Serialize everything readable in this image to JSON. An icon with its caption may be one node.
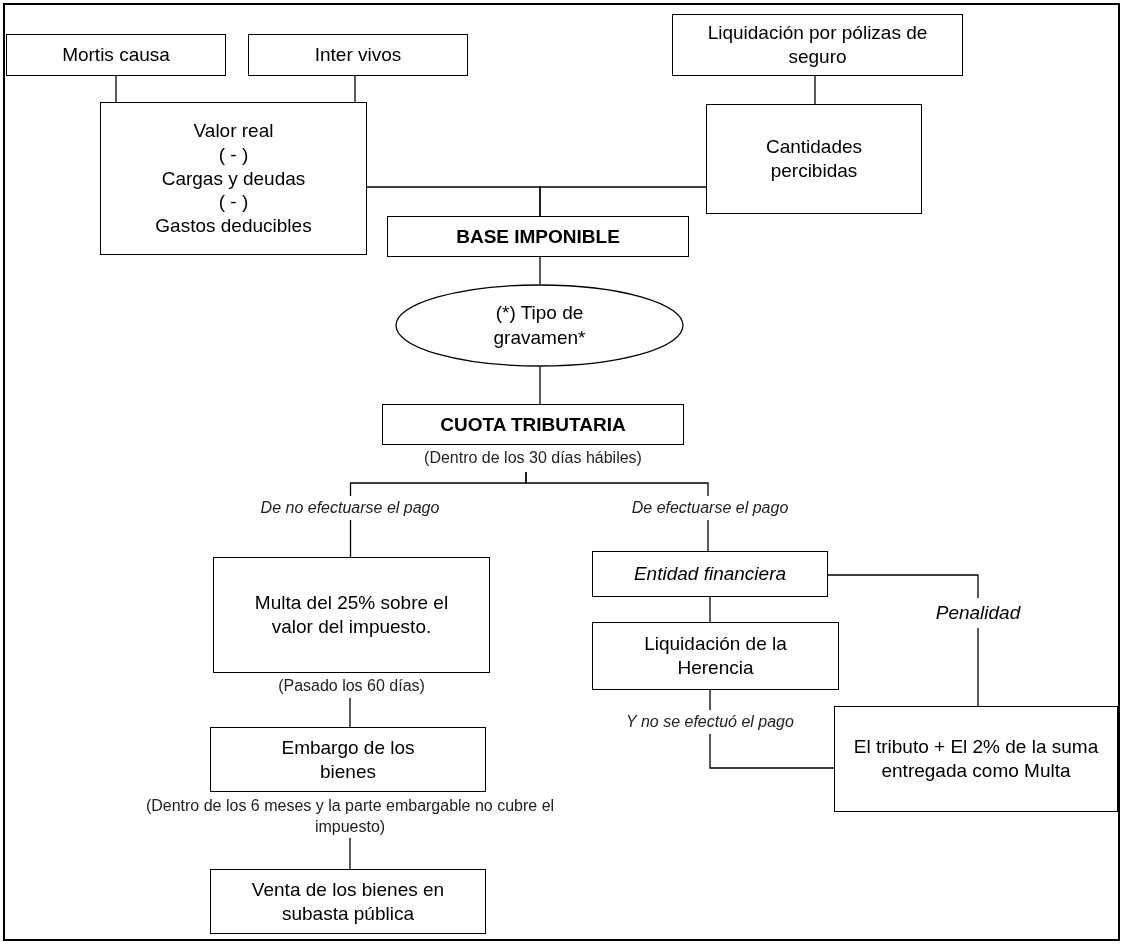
{
  "diagram": {
    "nodes": [
      {
        "text": [
          "Mortis causa"
        ]
      },
      {
        "text": [
          "Inter vivos"
        ]
      },
      {
        "text": [
          "Liquidación por pólizas de seguro"
        ]
      },
      {
        "text": [
          "Valor real",
          "( - )",
          "Cargas y deudas",
          "( - )",
          "Gastos deducibles"
        ]
      },
      {
        "text": [
          "Cantidades percibidas"
        ]
      },
      {
        "text": [
          "BASE IMPONIBLE"
        ]
      },
      {
        "text": [
          "(*) Tipo de gravamen*"
        ]
      },
      {
        "text": [
          "CUOTA TRIBUTARIA"
        ],
        "beside": [
          "(Dentro de los 30 días hábiles)"
        ]
      },
      {
        "text": [
          "Multa del 25% sobre el valor del impuesto."
        ],
        "beside": [
          "(Pasado los 60 días)"
        ]
      },
      {
        "text": [
          "Entidad financiera"
        ]
      },
      {
        "text": [
          "Liquidación de la Herencia"
        ]
      },
      {
        "text": [
          "Penalidad"
        ]
      },
      {
        "text": [
          "Embargo de los bienes"
        ],
        "beside": [
          "(Dentro de los 6 meses y la parte embargable no cubre el impuesto)"
        ]
      },
      {
        "text": [
          "El tributo + El 2% de la suma entregada como Multa"
        ]
      },
      {
        "text": [
          "Venta de los bienes en subasta pública"
        ]
      }
    ],
    "edges": [
      {
        "from": 0,
        "to": 3,
        "arrow": "none"
      },
      {
        "from": 1,
        "to": 3,
        "arrow": "none"
      },
      {
        "from": 2,
        "to": 4,
        "arrow": "none"
      },
      {
        "from": 3,
        "to": 5,
        "arrow": "none"
      },
      {
        "from": 4,
        "to": 5,
        "arrow": "none"
      },
      {
        "from": 5,
        "to": 6,
        "arrow": "none"
      },
      {
        "from": 6,
        "to": 7,
        "arrow": "none"
      },
      {
        "from": 7,
        "to": 8,
        "label": "De no efectuarse el pago",
        "arrow": "none"
      },
      {
        "from": 7,
        "to": 9,
        "label": "De efectuarse el pago",
        "arrow": "none"
      },
      {
        "from": 9,
        "to": 10,
        "arrow": "none"
      },
      {
        "from": 9,
        "to": 11,
        "arrow": "none"
      },
      {
        "from": 11,
        "to": 13,
        "arrow": "none"
      },
      {
        "from": 10,
        "to": 13,
        "label": "Y no se efectuó el pago",
        "arrow": "none"
      },
      {
        "from": 8,
        "to": 12,
        "arrow": "none"
      },
      {
        "from": 12,
        "to": 14,
        "arrow": "none"
      }
    ]
  }
}
